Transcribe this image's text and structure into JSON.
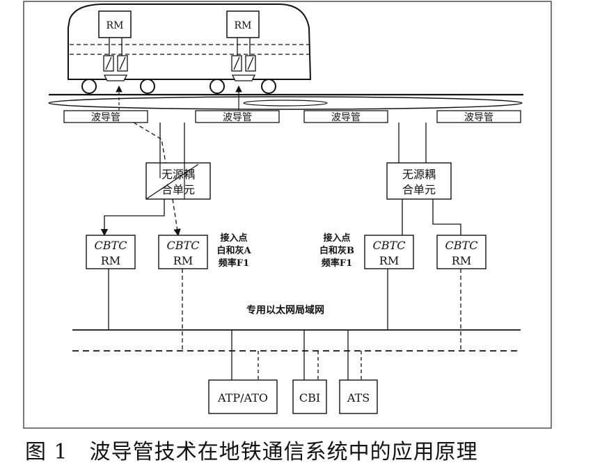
{
  "train": {
    "rm_left": "RM",
    "rm_right": "RM"
  },
  "waveguides": [
    "波导管",
    "波导管",
    "波导管",
    "波导管"
  ],
  "couplers": [
    {
      "line1": "无源耦",
      "line2": "合单元"
    },
    {
      "line1": "无源耦",
      "line2": "合单元"
    }
  ],
  "cbtc_units": [
    {
      "line1": "CBTC",
      "line2": "RM"
    },
    {
      "line1": "CBTC",
      "line2": "RM"
    },
    {
      "line1": "CBTC",
      "line2": "RM"
    },
    {
      "line1": "CBTC",
      "line2": "RM"
    }
  ],
  "access_points": [
    {
      "line1": "接入点",
      "line2": "白和灰A",
      "line3": "频率F1"
    },
    {
      "line1": "接入点",
      "line2": "白和灰B",
      "line3": "频率F1"
    }
  ],
  "network_label": "专用以太网局域网",
  "systems": [
    "ATP/ATO",
    "CBI",
    "ATS"
  ],
  "caption": "图 1　波导管技术在地铁通信系统中的应用原理"
}
